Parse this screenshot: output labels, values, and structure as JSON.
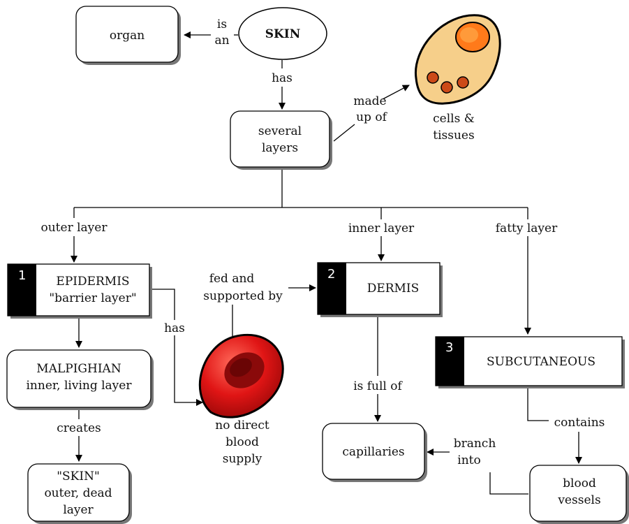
{
  "nodes": {
    "skin": "SKIN",
    "organ": "organ",
    "several_layers": [
      "several",
      "layers"
    ],
    "cells_tissues": [
      "cells &",
      "tissues"
    ],
    "epidermis": {
      "number": "1",
      "title": "EPIDERMIS",
      "subtitle": "\"barrier layer\""
    },
    "dermis": {
      "number": "2",
      "title": "DERMIS"
    },
    "subcutaneous": {
      "number": "3",
      "title": "SUBCUTANEOUS"
    },
    "malpighian": [
      "MALPIGHIAN",
      "inner, living layer"
    ],
    "skin_outer": [
      "\"SKIN\"",
      "outer, dead",
      "layer"
    ],
    "no_blood": [
      "no direct",
      "blood",
      "supply"
    ],
    "capillaries": "capillaries",
    "blood_vessels": [
      "blood",
      "vessels"
    ]
  },
  "links": {
    "is_an": [
      "is",
      "an"
    ],
    "has_top": "has",
    "made_up_of": [
      "made",
      "up of"
    ],
    "outer_layer": "outer layer",
    "inner_layer": "inner layer",
    "fatty_layer": "fatty layer",
    "fed_supported": [
      "fed and",
      "supported by"
    ],
    "has_side": "has",
    "creates": "creates",
    "is_full_of": "is full of",
    "contains": "contains",
    "branch_into": [
      "branch",
      "into"
    ]
  },
  "colors": {
    "cell_fill": "#f6cf8a",
    "cell_nucleus": "#ff7a1a",
    "cell_dots": "#cc4a18",
    "rbc_fill": "#e01515",
    "rbc_center": "#8a0a0a",
    "badge": "#000000"
  }
}
